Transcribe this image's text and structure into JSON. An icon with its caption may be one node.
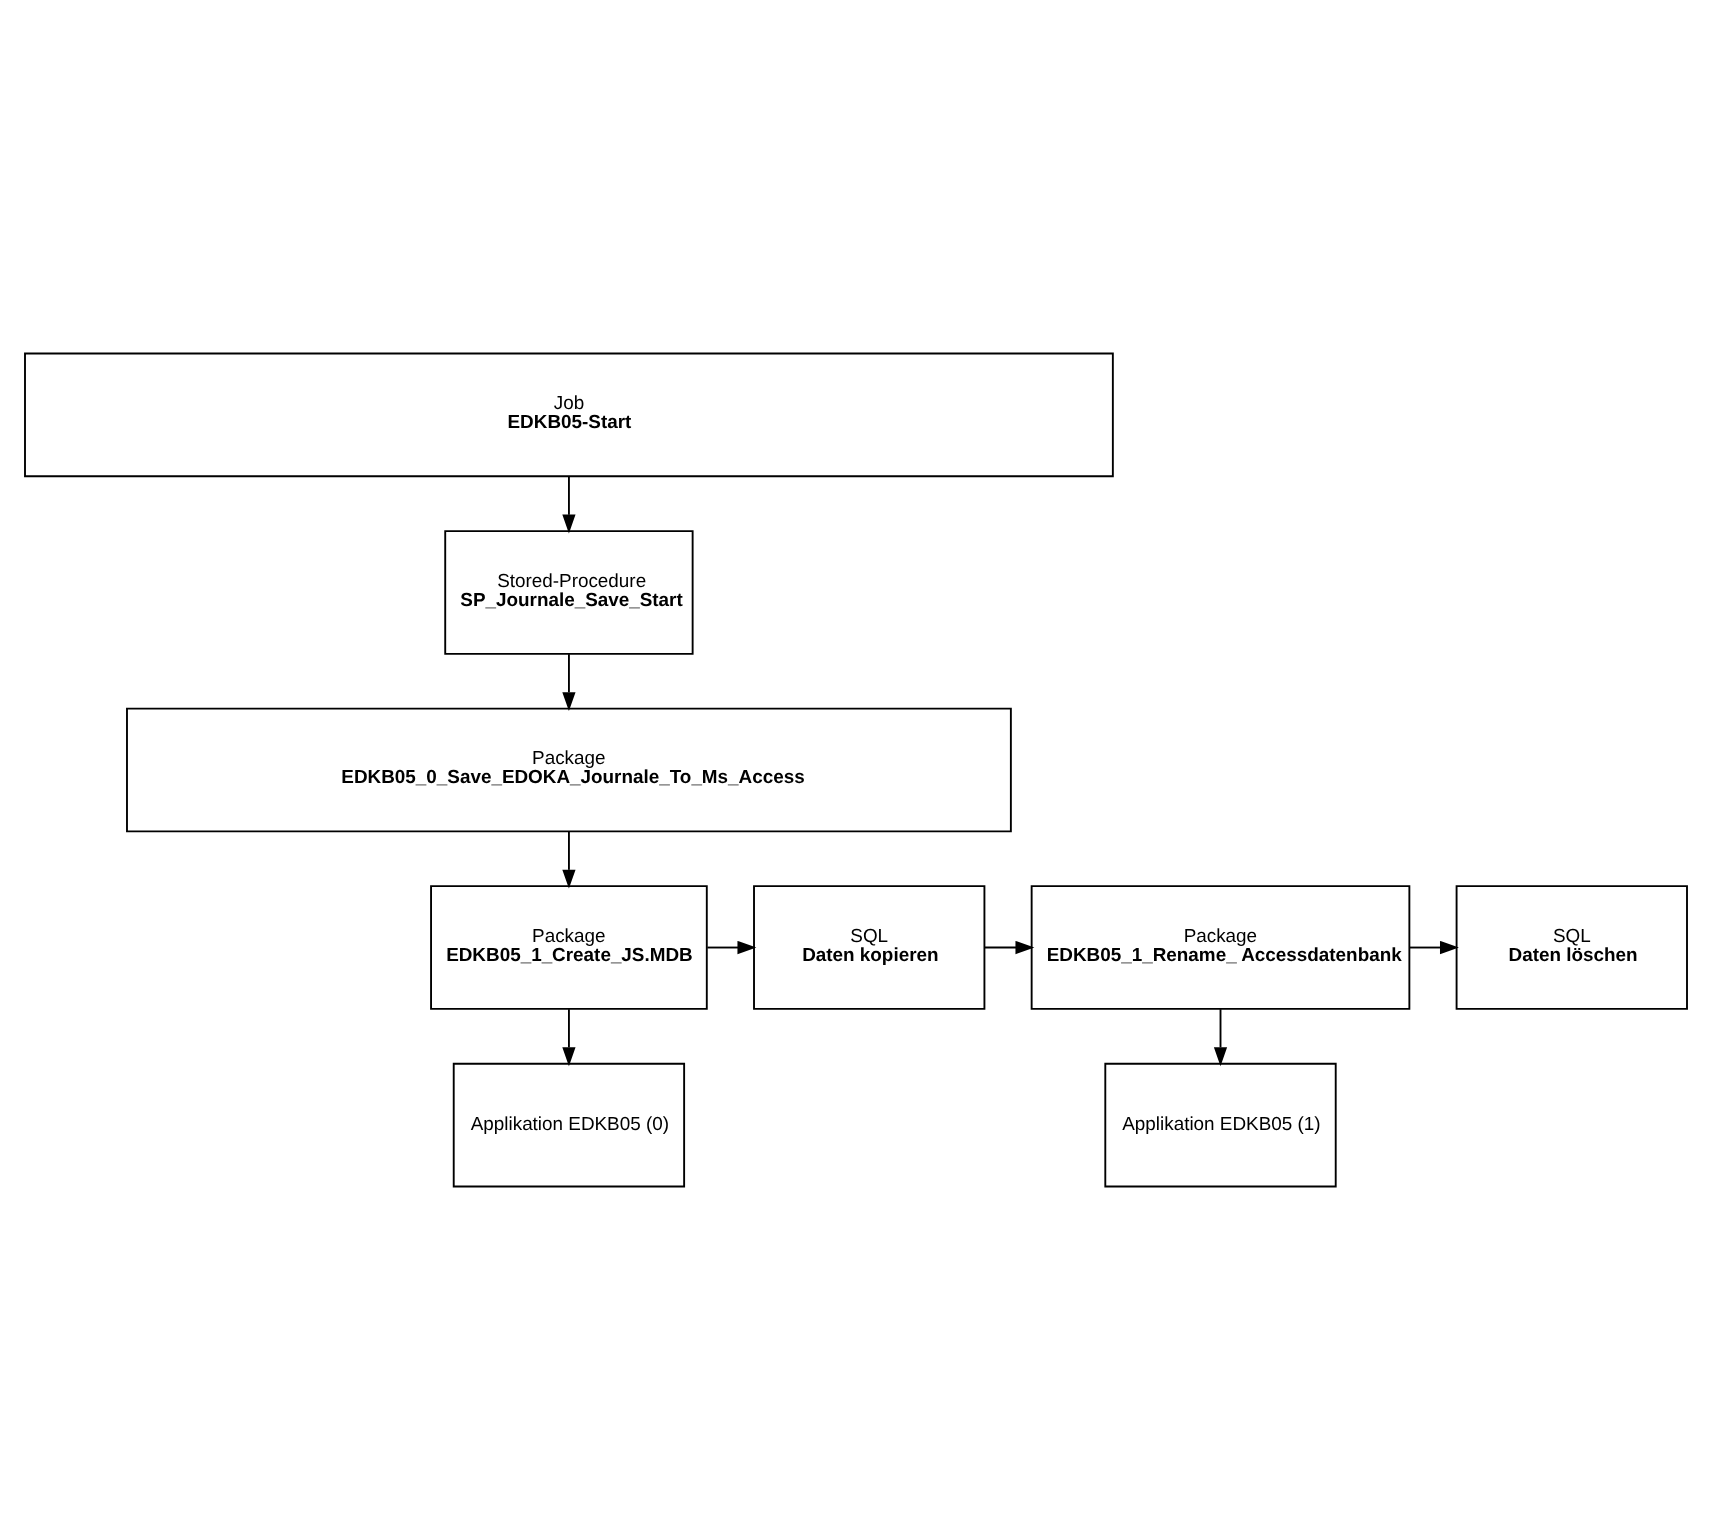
{
  "diagram": {
    "nodes": [
      {
        "text": [
          "Job",
          "EDKB05-Start"
        ]
      },
      {
        "text": [
          "Stored-Procedure",
          "SP_Journale_Save_Start"
        ]
      },
      {
        "text": [
          "Package",
          "EDKB05_0_Save_EDOKA_Journale_To_Ms_Access"
        ]
      },
      {
        "text": [
          "Package",
          "EDKB05_1_Create_JS.MDB"
        ]
      },
      {
        "text": [
          "SQL",
          "Daten kopieren"
        ]
      },
      {
        "text": [
          "Package",
          "EDKB05_1_Rename_ Accessdatenbank"
        ]
      },
      {
        "text": [
          "SQL",
          "Daten löschen"
        ]
      },
      {
        "text": [
          "Applikation EDKB05 (0)"
        ]
      },
      {
        "text": [
          "Applikation EDKB05 (1)"
        ]
      }
    ],
    "edges": [
      {
        "from": 0,
        "to": 1,
        "arrow": "to"
      },
      {
        "from": 1,
        "to": 2,
        "arrow": "to"
      },
      {
        "from": 2,
        "to": 3,
        "arrow": "to"
      },
      {
        "from": 3,
        "to": 4,
        "arrow": "to"
      },
      {
        "from": 4,
        "to": 5,
        "arrow": "to"
      },
      {
        "from": 5,
        "to": 6,
        "arrow": "to"
      },
      {
        "from": 3,
        "to": 7,
        "arrow": "to"
      },
      {
        "from": 5,
        "to": 8,
        "arrow": "to"
      }
    ]
  }
}
